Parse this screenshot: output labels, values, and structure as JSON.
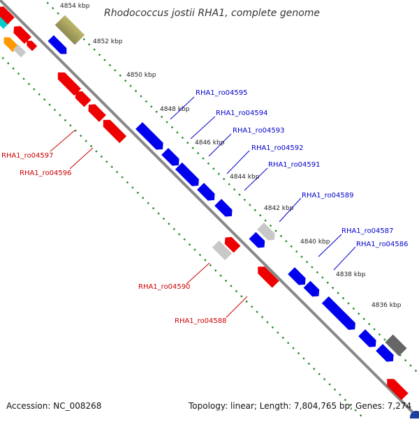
{
  "map": {
    "title": "Rhodococcus jostii RHA1, complete genome",
    "accession_text": "Accession: NC_008268",
    "summary_text": "Topology: linear; Length: 7,804,765 bp; Genes: 7,274"
  },
  "colors": {
    "backbone": "#888888",
    "ruler": "#228B22",
    "forward_label": "#0000CC",
    "reverse_label": "#CC0000",
    "gene_forward": "#0000EE",
    "gene_reverse": "#EE0000",
    "gene_gray": "#C8C8C8",
    "gene_dark": "#666666",
    "gene_olive": "#BDB76B",
    "gene_orange": "#FF9900",
    "gene_cyan": "#00CCCC"
  },
  "scale_labels": [
    "4854 kbp",
    "4852 kbp",
    "4850 kbp",
    "4848 kbp",
    "4846 kbp",
    "4844 kbp",
    "4842 kbp",
    "4840 kbp",
    "4838 kbp",
    "4836 kbp"
  ],
  "forward_gene_labels": [
    "RHA1_ro04595",
    "RHA1_ro04594",
    "RHA1_ro04593",
    "RHA1_ro04592",
    "RHA1_ro04591",
    "RHA1_ro04589",
    "RHA1_ro04587",
    "RHA1_ro04586"
  ],
  "reverse_gene_labels": [
    "RHA1_ro04597",
    "RHA1_ro04596",
    "RHA1_ro04590",
    "RHA1_ro04588"
  ]
}
